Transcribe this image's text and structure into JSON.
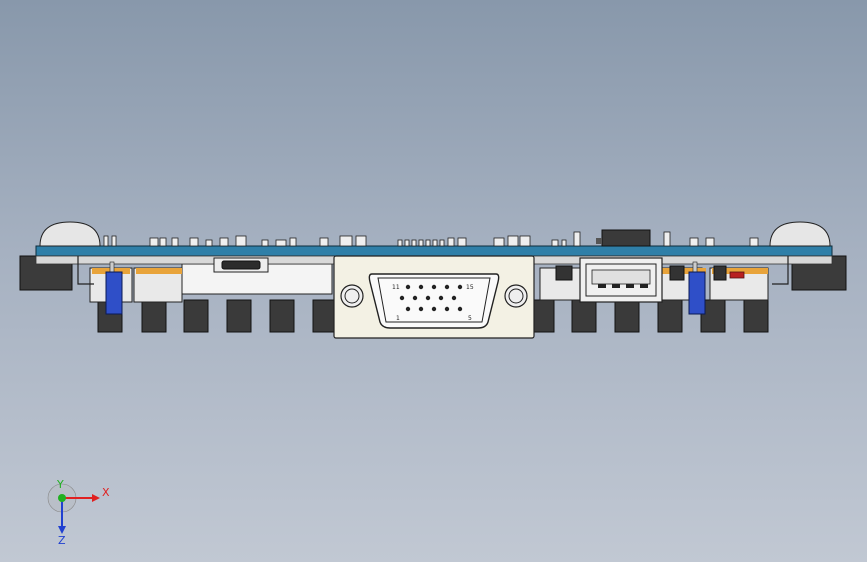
{
  "viewport": {
    "background_top": "#8898ab",
    "background_bottom": "#c1c8d3"
  },
  "board": {
    "pcb_color": "#2f7fa8",
    "vga_connector": {
      "pin_labels": {
        "pin_11": "11",
        "pin_15": "15",
        "pin_1": "1",
        "pin_5": "5"
      }
    }
  },
  "triad": {
    "x_label": "X",
    "y_label": "Y",
    "z_label": "Z",
    "x_color": "#e02020",
    "y_color": "#20b020",
    "z_color": "#2040d0"
  }
}
